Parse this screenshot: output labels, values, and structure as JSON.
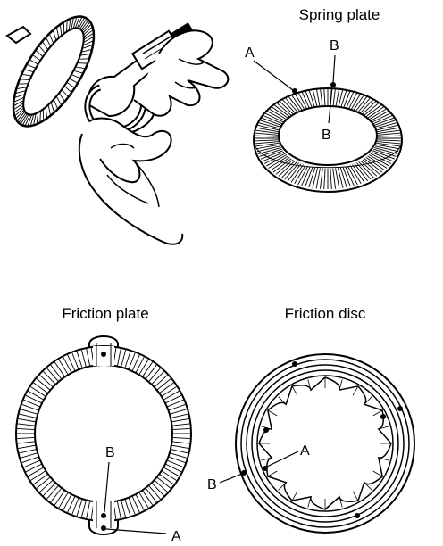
{
  "panels": {
    "measurement": {
      "icon": "micrometer-measuring-hands"
    },
    "spring_plate": {
      "title": "Spring plate",
      "label_a": "A",
      "label_b_top": "B",
      "label_b_bottom": "B"
    },
    "friction_plate": {
      "title": "Friction plate",
      "label_b": "B",
      "label_a": "A"
    },
    "friction_disc": {
      "title": "Friction disc",
      "label_a": "A",
      "label_b": "B"
    }
  }
}
